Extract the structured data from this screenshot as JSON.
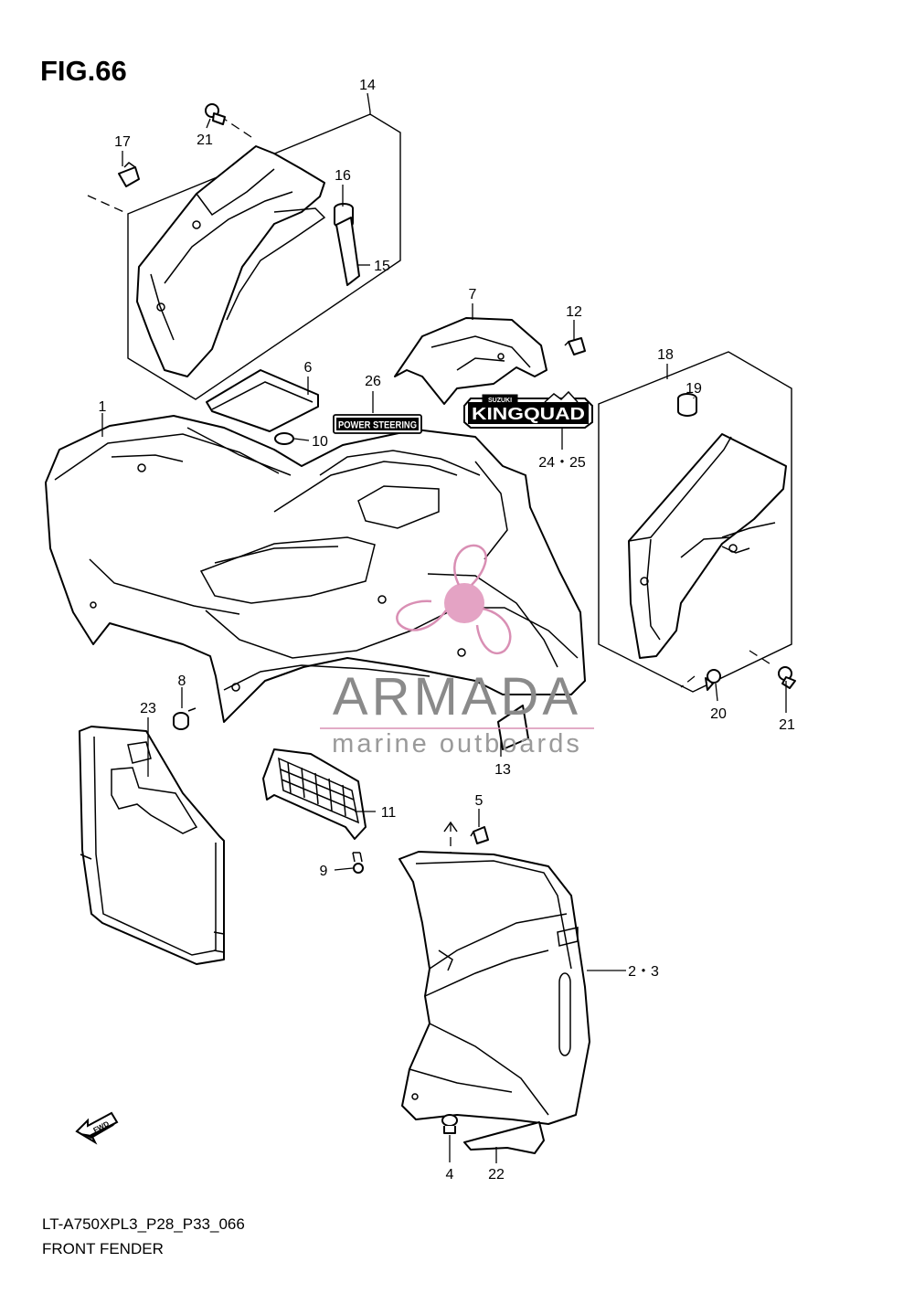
{
  "figure": {
    "title": "FIG.66"
  },
  "footer": {
    "model_code": "LT-A750XPL3_P28_P33_066",
    "section_name": "FRONT FENDER"
  },
  "decals": {
    "power_steering": "POWER STEERING",
    "kingquad": "KINGQUAD",
    "suzuki": "SUZUKI"
  },
  "fwd_arrow": {
    "label": "FWD"
  },
  "watermark": {
    "brand": "ARMADA",
    "tagline": "marine outboards",
    "color_logo": "#d98fb4"
  },
  "callouts": {
    "c1": "1",
    "c2_3": "2・3",
    "c4": "4",
    "c5": "5",
    "c6": "6",
    "c7": "7",
    "c8": "8",
    "c9": "9",
    "c10": "10",
    "c11": "11",
    "c12": "12",
    "c13": "13",
    "c14": "14",
    "c15": "15",
    "c16": "16",
    "c17": "17",
    "c18": "18",
    "c19": "19",
    "c20": "20",
    "c21a": "21",
    "c21b": "21",
    "c22": "22",
    "c23": "23",
    "c24_25": "24・25",
    "c26": "26"
  }
}
